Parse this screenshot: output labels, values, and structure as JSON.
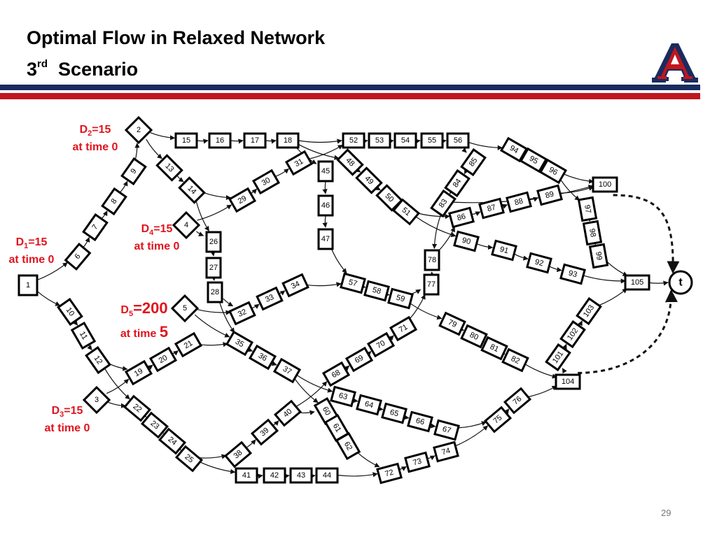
{
  "slide": {
    "title_line1": "Optimal Flow in Relaxed Network",
    "title_line2_num": "3",
    "title_line2_sup": "rd",
    "title_line2_rest": "Scenario",
    "page_number": "29"
  },
  "colors": {
    "brand_blue": "#1a2b5e",
    "brand_red": "#c0161f",
    "demand_label": "#e0141e"
  },
  "demands": [
    {
      "d": "D",
      "sub": "2",
      "val": "=15",
      "time": "at time 0"
    },
    {
      "d": "D",
      "sub": "1",
      "val": "=15",
      "time": "at time 0"
    },
    {
      "d": "D",
      "sub": "4",
      "val": "=15",
      "time": "at time 0"
    },
    {
      "d": "D",
      "sub": "5",
      "val": "=200",
      "time_pre": "at time ",
      "time_val": "5"
    },
    {
      "d": "D",
      "sub": "3",
      "val": "=15",
      "time": "at time 0"
    }
  ],
  "nodes": [
    {
      "id": "1",
      "shape": "square"
    },
    {
      "id": "2",
      "shape": "diamond"
    },
    {
      "id": "3",
      "shape": "diamond"
    },
    {
      "id": "4",
      "shape": "diamond"
    },
    {
      "id": "5",
      "shape": "diamond"
    },
    {
      "id": "6"
    },
    {
      "id": "7"
    },
    {
      "id": "8"
    },
    {
      "id": "9"
    },
    {
      "id": "10"
    },
    {
      "id": "11"
    },
    {
      "id": "12"
    },
    {
      "id": "13"
    },
    {
      "id": "14"
    },
    {
      "id": "15"
    },
    {
      "id": "16"
    },
    {
      "id": "17"
    },
    {
      "id": "18"
    },
    {
      "id": "19"
    },
    {
      "id": "20"
    },
    {
      "id": "21"
    },
    {
      "id": "22"
    },
    {
      "id": "23"
    },
    {
      "id": "24"
    },
    {
      "id": "25"
    },
    {
      "id": "26"
    },
    {
      "id": "27"
    },
    {
      "id": "28"
    },
    {
      "id": "29"
    },
    {
      "id": "30"
    },
    {
      "id": "31"
    },
    {
      "id": "32"
    },
    {
      "id": "33"
    },
    {
      "id": "34"
    },
    {
      "id": "35"
    },
    {
      "id": "36"
    },
    {
      "id": "37"
    },
    {
      "id": "38"
    },
    {
      "id": "39"
    },
    {
      "id": "40"
    },
    {
      "id": "41"
    },
    {
      "id": "42"
    },
    {
      "id": "43"
    },
    {
      "id": "44"
    },
    {
      "id": "45"
    },
    {
      "id": "46"
    },
    {
      "id": "47"
    },
    {
      "id": "48"
    },
    {
      "id": "49"
    },
    {
      "id": "50"
    },
    {
      "id": "51"
    },
    {
      "id": "52"
    },
    {
      "id": "53"
    },
    {
      "id": "54"
    },
    {
      "id": "55"
    },
    {
      "id": "56"
    },
    {
      "id": "57"
    },
    {
      "id": "58"
    },
    {
      "id": "59"
    },
    {
      "id": "60"
    },
    {
      "id": "61"
    },
    {
      "id": "62"
    },
    {
      "id": "63"
    },
    {
      "id": "64"
    },
    {
      "id": "65"
    },
    {
      "id": "66"
    },
    {
      "id": "67"
    },
    {
      "id": "68"
    },
    {
      "id": "69"
    },
    {
      "id": "70"
    },
    {
      "id": "71"
    },
    {
      "id": "72"
    },
    {
      "id": "73"
    },
    {
      "id": "74"
    },
    {
      "id": "75"
    },
    {
      "id": "76"
    },
    {
      "id": "77"
    },
    {
      "id": "78"
    },
    {
      "id": "79"
    },
    {
      "id": "80"
    },
    {
      "id": "81"
    },
    {
      "id": "82"
    },
    {
      "id": "83"
    },
    {
      "id": "84"
    },
    {
      "id": "85"
    },
    {
      "id": "86"
    },
    {
      "id": "87"
    },
    {
      "id": "88"
    },
    {
      "id": "89"
    },
    {
      "id": "90"
    },
    {
      "id": "91"
    },
    {
      "id": "92"
    },
    {
      "id": "93"
    },
    {
      "id": "94"
    },
    {
      "id": "95"
    },
    {
      "id": "96"
    },
    {
      "id": "97"
    },
    {
      "id": "98"
    },
    {
      "id": "99"
    },
    {
      "id": "100"
    },
    {
      "id": "101"
    },
    {
      "id": "102"
    },
    {
      "id": "103"
    },
    {
      "id": "104"
    },
    {
      "id": "105"
    },
    {
      "id": "t",
      "shape": "circle"
    }
  ],
  "edges": [
    [
      "1",
      "6"
    ],
    [
      "6",
      "7"
    ],
    [
      "7",
      "8"
    ],
    [
      "8",
      "9"
    ],
    [
      "9",
      "2"
    ],
    [
      "1",
      "10"
    ],
    [
      "10",
      "11"
    ],
    [
      "11",
      "12"
    ],
    [
      "12",
      "22"
    ],
    [
      "12",
      "19"
    ],
    [
      "3",
      "19"
    ],
    [
      "3",
      "22"
    ],
    [
      "2",
      "15"
    ],
    [
      "15",
      "16"
    ],
    [
      "16",
      "17"
    ],
    [
      "17",
      "18"
    ],
    [
      "18",
      "52"
    ],
    [
      "2",
      "13"
    ],
    [
      "13",
      "14"
    ],
    [
      "14",
      "26"
    ],
    [
      "14",
      "29"
    ],
    [
      "4",
      "29"
    ],
    [
      "4",
      "26"
    ],
    [
      "29",
      "30"
    ],
    [
      "30",
      "31"
    ],
    [
      "31",
      "52"
    ],
    [
      "18",
      "48"
    ],
    [
      "18",
      "45"
    ],
    [
      "45",
      "46"
    ],
    [
      "46",
      "47"
    ],
    [
      "47",
      "57"
    ],
    [
      "48",
      "49"
    ],
    [
      "49",
      "50"
    ],
    [
      "50",
      "51"
    ],
    [
      "51",
      "86"
    ],
    [
      "51",
      "90"
    ],
    [
      "52",
      "53"
    ],
    [
      "53",
      "54"
    ],
    [
      "54",
      "55"
    ],
    [
      "55",
      "56"
    ],
    [
      "56",
      "94"
    ],
    [
      "56",
      "85"
    ],
    [
      "85",
      "84"
    ],
    [
      "84",
      "83"
    ],
    [
      "83",
      "78"
    ],
    [
      "83",
      "100"
    ],
    [
      "94",
      "95"
    ],
    [
      "95",
      "96"
    ],
    [
      "96",
      "100"
    ],
    [
      "96",
      "97"
    ],
    [
      "86",
      "87"
    ],
    [
      "87",
      "88"
    ],
    [
      "88",
      "89"
    ],
    [
      "89",
      "100"
    ],
    [
      "97",
      "98"
    ],
    [
      "98",
      "99"
    ],
    [
      "99",
      "105"
    ],
    [
      "90",
      "91"
    ],
    [
      "91",
      "92"
    ],
    [
      "92",
      "93"
    ],
    [
      "93",
      "105"
    ],
    [
      "105",
      "t"
    ],
    [
      "26",
      "27"
    ],
    [
      "27",
      "28"
    ],
    [
      "28",
      "32"
    ],
    [
      "28",
      "35"
    ],
    [
      "5",
      "32"
    ],
    [
      "5",
      "35"
    ],
    [
      "32",
      "33"
    ],
    [
      "33",
      "34"
    ],
    [
      "34",
      "57"
    ],
    [
      "57",
      "58"
    ],
    [
      "58",
      "59"
    ],
    [
      "59",
      "77"
    ],
    [
      "59",
      "79"
    ],
    [
      "77",
      "78"
    ],
    [
      "78",
      "86"
    ],
    [
      "19",
      "20"
    ],
    [
      "20",
      "21"
    ],
    [
      "21",
      "35"
    ],
    [
      "35",
      "36"
    ],
    [
      "36",
      "37"
    ],
    [
      "37",
      "63"
    ],
    [
      "37",
      "60"
    ],
    [
      "22",
      "23"
    ],
    [
      "23",
      "24"
    ],
    [
      "24",
      "25"
    ],
    [
      "25",
      "38"
    ],
    [
      "25",
      "41"
    ],
    [
      "38",
      "39"
    ],
    [
      "39",
      "40"
    ],
    [
      "40",
      "60"
    ],
    [
      "40",
      "68"
    ],
    [
      "41",
      "42"
    ],
    [
      "42",
      "43"
    ],
    [
      "43",
      "44"
    ],
    [
      "44",
      "72"
    ],
    [
      "68",
      "69"
    ],
    [
      "69",
      "70"
    ],
    [
      "70",
      "71"
    ],
    [
      "71",
      "77"
    ],
    [
      "60",
      "61"
    ],
    [
      "61",
      "62"
    ],
    [
      "62",
      "72"
    ],
    [
      "63",
      "64"
    ],
    [
      "64",
      "65"
    ],
    [
      "65",
      "66"
    ],
    [
      "66",
      "67"
    ],
    [
      "67",
      "75"
    ],
    [
      "72",
      "73"
    ],
    [
      "73",
      "74"
    ],
    [
      "74",
      "75"
    ],
    [
      "75",
      "76"
    ],
    [
      "76",
      "104"
    ],
    [
      "79",
      "80"
    ],
    [
      "80",
      "81"
    ],
    [
      "81",
      "82"
    ],
    [
      "82",
      "104"
    ],
    [
      "104",
      "101"
    ],
    [
      "101",
      "102"
    ],
    [
      "102",
      "103"
    ],
    [
      "103",
      "105"
    ]
  ],
  "dashed_edges": [
    [
      "100",
      "t"
    ],
    [
      "104",
      "t"
    ]
  ]
}
